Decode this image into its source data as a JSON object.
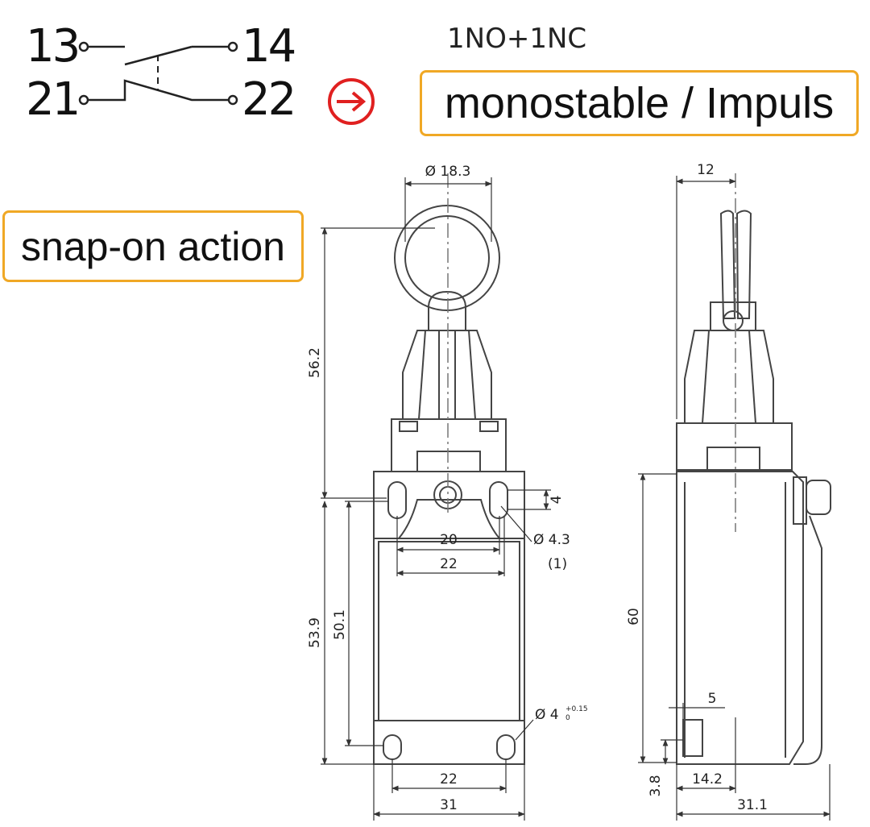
{
  "contacts": {
    "t13": "13",
    "t14": "14",
    "t21": "21",
    "t22": "22",
    "type": "1NO+1NC"
  },
  "labels": {
    "action_mode": "monostable / Impuls",
    "switch_action": "snap-on action"
  },
  "symbols": {
    "direct_opening": "circle-arrow-icon",
    "accent": "#e02020",
    "badge_border": "#f0a825"
  },
  "dimensions": {
    "ring_dia": "Ø 18.3",
    "side_width": "12",
    "head_height": "56.2",
    "slot_pitch": "4",
    "hole_spacing_inner": "20",
    "hole_dia": "Ø 4.3",
    "note": "(1)",
    "hole_spacing_outer": "22",
    "body_height": "53.9",
    "mount_height": "50.1",
    "side_height": "60",
    "bottom_hole_dia": "Ø 4",
    "bottom_hole_tol_upper": "+0.15",
    "bottom_hole_tol_lower": "0",
    "bottom_pitch": "22",
    "total_width": "31",
    "side_offset": "5",
    "side_depth_small": "3.8",
    "side_center": "14.2",
    "side_total": "31.1"
  }
}
